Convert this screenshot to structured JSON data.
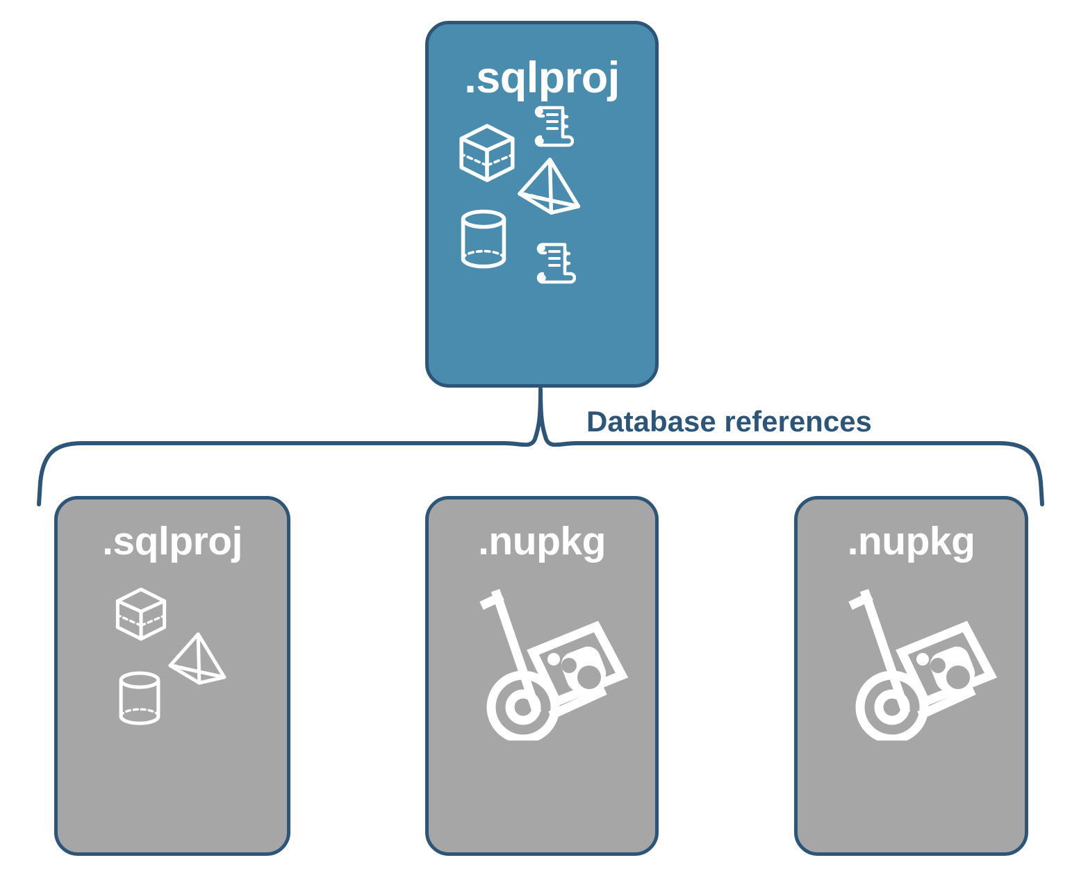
{
  "diagram": {
    "type": "hierarchy",
    "title_node": {
      "label": ".sqlproj",
      "fill_color": "#4a8cae",
      "border_color": "#2c5577",
      "icons": [
        "cube-icon",
        "scroll-icon",
        "pyramid-icon",
        "cylinder-icon",
        "scroll-icon"
      ]
    },
    "connector": {
      "label": "Database references",
      "label_color": "#2c5577",
      "style": "curly-brace"
    },
    "children": [
      {
        "label": ".sqlproj",
        "fill_color": "#a6a6a6",
        "border_color": "#2c5577",
        "icons": [
          "cube-icon",
          "pyramid-icon",
          "cylinder-icon"
        ]
      },
      {
        "label": ".nupkg",
        "fill_color": "#a6a6a6",
        "border_color": "#2c5577",
        "icons": [
          "hand-truck-package-icon"
        ]
      },
      {
        "label": ".nupkg",
        "fill_color": "#a6a6a6",
        "border_color": "#2c5577",
        "icons": [
          "hand-truck-package-icon"
        ]
      }
    ]
  }
}
